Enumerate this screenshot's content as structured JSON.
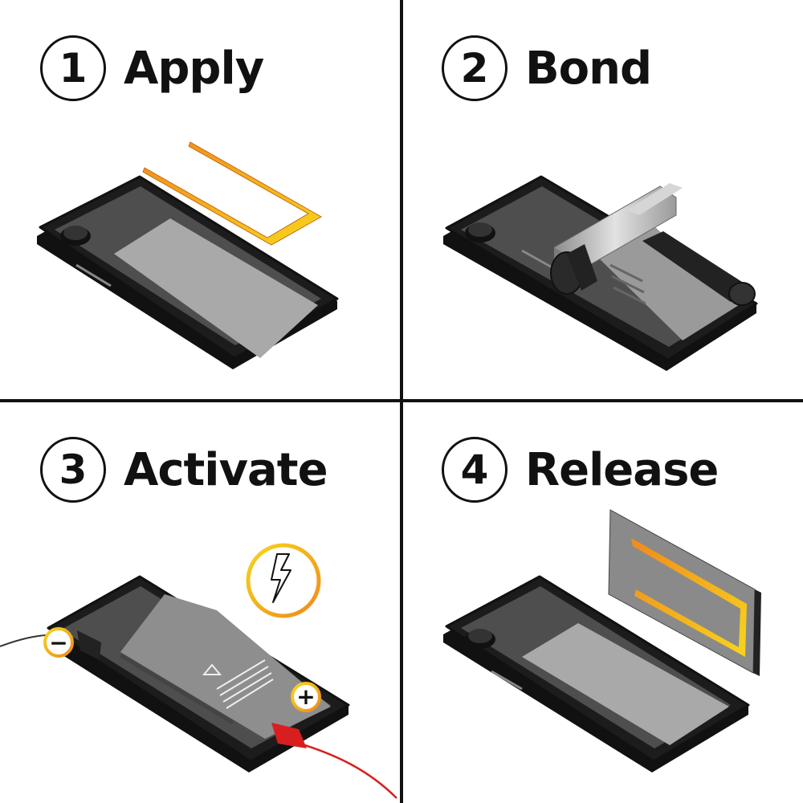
{
  "steps": [
    {
      "number": "1",
      "title": "Apply"
    },
    {
      "number": "2",
      "title": "Bond"
    },
    {
      "number": "3",
      "title": "Activate"
    },
    {
      "number": "4",
      "title": "Release"
    }
  ],
  "terminals": {
    "negative": "−",
    "positive": "+"
  },
  "colors": {
    "outline": "#111111",
    "phone_body": "#1c1c1c",
    "screen": "#4e4e4e",
    "display": "#a9a9a9",
    "adhesive_orange": "#f08a1c",
    "adhesive_yellow": "#f7d51d",
    "clip_red": "#d81e1e",
    "roller_dark": "#222222",
    "press_metal": "#bdbdbd"
  },
  "icons": {
    "phone": "smartphone-icon",
    "adhesive": "adhesive-strip-icon",
    "press": "roller-press-icon",
    "clip": "alligator-clip-icon",
    "lightning": "lightning-bolt-icon",
    "warning": "warning-triangle-icon",
    "plate": "release-plate-icon"
  }
}
